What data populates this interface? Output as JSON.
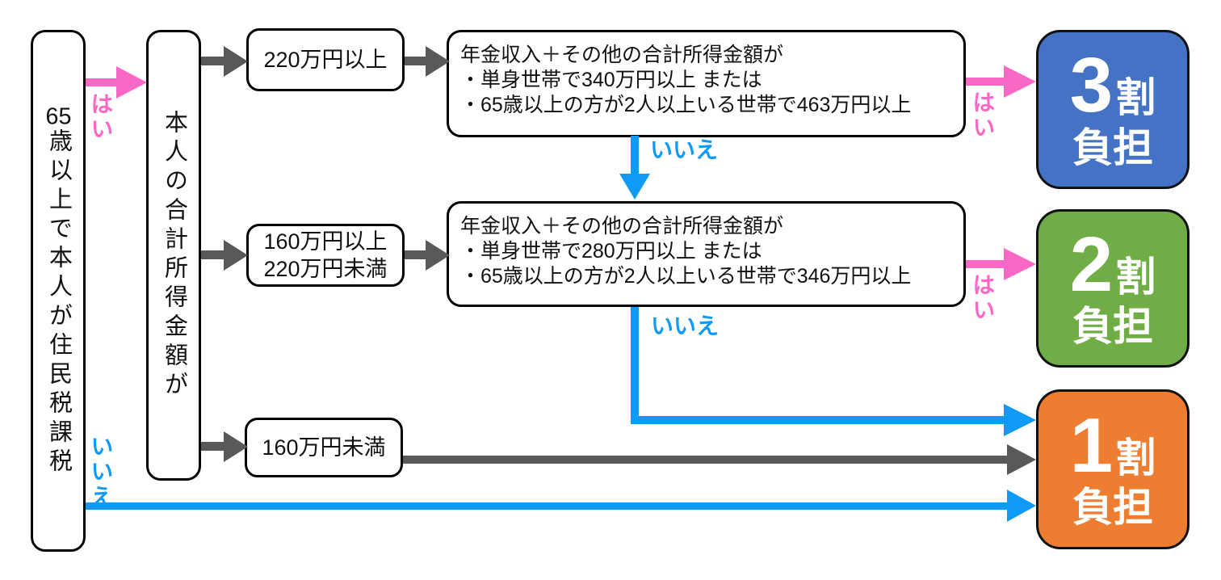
{
  "diagram": {
    "type": "flowchart",
    "topic": "医療保険の自己負担割合判定フロー"
  },
  "labels": {
    "yes": "はい",
    "no": "いいえ"
  },
  "nodes": {
    "start": "65歳以上で本人が住民税課税",
    "income": "本人の合計所得金額が",
    "branch_high": "220万円以上",
    "branch_mid": {
      "line1": "160万円以上",
      "line2": "220万円未満"
    },
    "branch_low": "160万円未満",
    "condition_3": {
      "line1": "年金収入＋その他の合計所得金額が",
      "line2": "・単身世帯で340万円以上 または",
      "line3": "・65歳以上の方が2人以上いる世帯で463万円以上"
    },
    "condition_2": {
      "line1": "年金収入＋その他の合計所得金額が",
      "line2": "・単身世帯で280万円以上 または",
      "line3": "・65歳以上の方が2人以上いる世帯で346万円以上"
    },
    "result_3": {
      "number": "3",
      "unit": "割",
      "label": "負担"
    },
    "result_2": {
      "number": "2",
      "unit": "割",
      "label": "負担"
    },
    "result_1": {
      "number": "1",
      "unit": "割",
      "label": "負担"
    }
  },
  "colors": {
    "yes_arrow": "#fa68c5",
    "no_arrow": "#0f9bf5",
    "branch_arrow": "#595959",
    "result_3_fill": "#4472c4",
    "result_2_fill": "#70ad47",
    "result_1_fill": "#ed7d31"
  }
}
